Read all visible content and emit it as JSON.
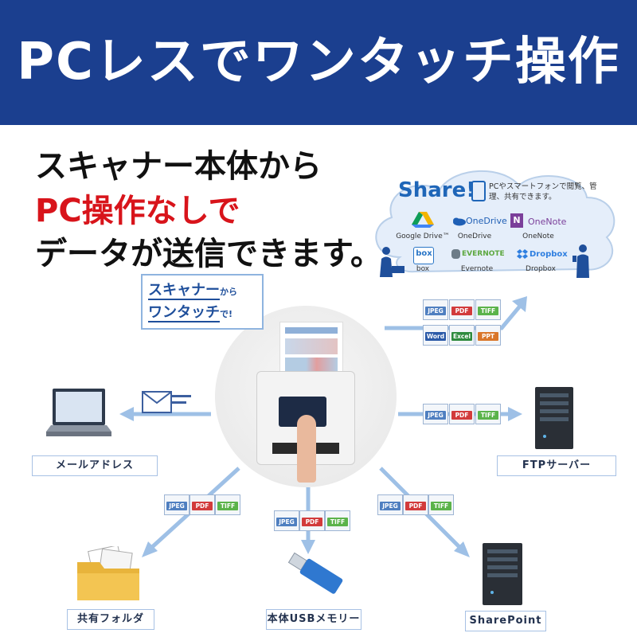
{
  "banner": {
    "title": "PCレスでワンタッチ操作"
  },
  "headline": {
    "line1": "スキャナー本体から",
    "line2": "PC操作なしで",
    "line3": "データが送信できます。"
  },
  "share": {
    "title": "Share!",
    "description": "PCやスマートフォンで閲覧、管理、共有できます。",
    "services": [
      {
        "logo": "",
        "label": "Google Drive™"
      },
      {
        "logo": "OneDrive",
        "label": "OneDrive"
      },
      {
        "logo": "OneNote",
        "label": "OneNote"
      },
      {
        "logo": "box",
        "label": "box"
      },
      {
        "logo": "EVERNOTE",
        "label": "Evernote"
      },
      {
        "logo": "Dropbox",
        "label": "Dropbox"
      }
    ]
  },
  "speech": {
    "line1_main": "スキャナー",
    "line1_small": "から",
    "line2_main": "ワンタッチ",
    "line2_small": "で!"
  },
  "destinations": {
    "email": "メールアドレス",
    "ftp": "FTPサーバー",
    "shared_folder": "共有フォルダ",
    "usb": "本体USBメモリー",
    "sharepoint": "SharePoint"
  },
  "file_types": {
    "cloud": [
      "JPEG",
      "PDF",
      "TIFF",
      "Word",
      "Excel",
      "PPT"
    ],
    "standard": [
      "JPEG",
      "PDF",
      "TIFF"
    ]
  },
  "colors": {
    "banner": "#1b3f8f",
    "red_text": "#d8141b",
    "cloud_fill": "#e5eefa",
    "arrow": "#9ec0e6",
    "jpeg": "#4f7fc0",
    "pdf": "#d23b3b",
    "tiff": "#5bb34a",
    "word": "#2b5aa8",
    "excel": "#2e8a3e",
    "ppt": "#d9762a"
  }
}
